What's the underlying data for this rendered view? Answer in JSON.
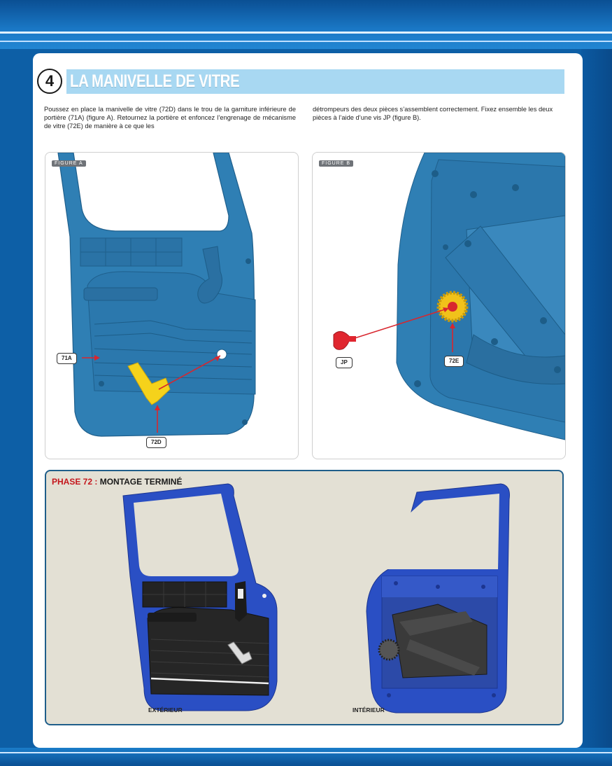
{
  "step": {
    "number": "4",
    "title": "LA MANIVELLE DE VITRE"
  },
  "text": {
    "col1": "Poussez en place la manivelle de vitre (72D) dans le trou de la garniture inférieure de portière (71A) (figure A). Retournez la portière et enfoncez l’engrenage de mécanisme de vitre (72E) de manière à ce que les",
    "col2": "détrompeurs des deux pièces s’assemblent correctement. Fixez ensemble les deux pièces à l’aide d’une vis JP (figure B)."
  },
  "figure_a": {
    "tag": "FIGURE A",
    "labels": {
      "panel": "71A",
      "crank": "72D"
    }
  },
  "figure_b": {
    "tag": "FIGURE B",
    "labels": {
      "screw": "JP",
      "gear": "72E"
    }
  },
  "phase": {
    "prefix": "PHASE 72 :",
    "title": "MONTAGE TERMINÉ",
    "caption_left": "EXTÉRIEUR",
    "caption_right": "INTÉRIEUR"
  },
  "colors": {
    "page_blue": "#0d5fa6",
    "step_bar": "#a8d8f2",
    "door_teal": "#2f7fb4",
    "door_blue_finished": "#2a4fc4",
    "part_yellow": "#f5d21b",
    "screw_red": "#e0262f",
    "arrow_red": "#d8262e",
    "phase_bg": "#e3e0d4",
    "phase_red": "#c4161c"
  }
}
